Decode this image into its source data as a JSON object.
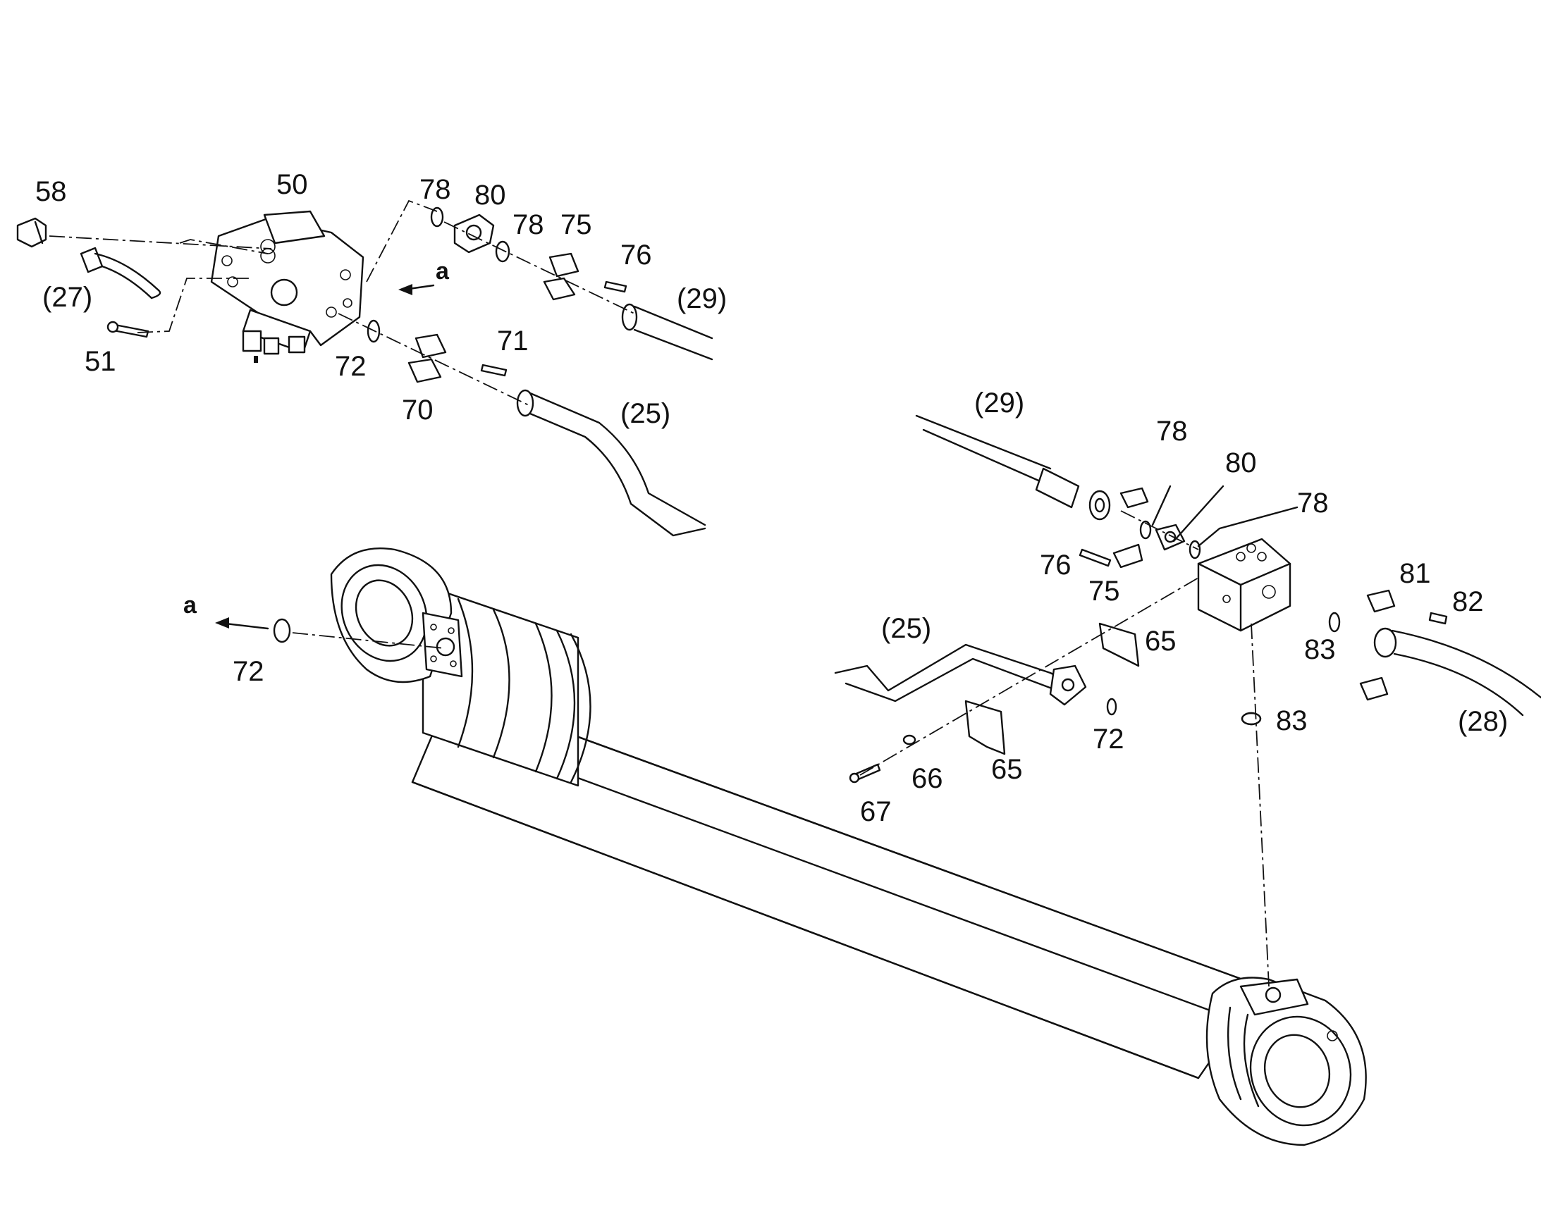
{
  "colors": {
    "ink": "#111111",
    "background": "#ffffff"
  },
  "labels": {
    "l58": "58",
    "l50": "50",
    "l27a": "(27)",
    "l51": "51",
    "l78a": "78",
    "l80a": "80",
    "l78b": "78",
    "l75a": "75",
    "l76a": "76",
    "l29a": "(29)",
    "l72a": "72",
    "l71": "71",
    "l70": "70",
    "l25a": "(25)",
    "arrow_a1": "a",
    "l29b": "(29)",
    "l78c": "78",
    "l80b": "80",
    "l78d": "78",
    "l76b": "76",
    "l75b": "75",
    "l81": "81",
    "l82": "82",
    "l83a": "83",
    "l28": "(28)",
    "l25b": "(25)",
    "l65a": "65",
    "l72b": "72",
    "l83b": "83",
    "l65b": "65",
    "l66": "66",
    "l67": "67",
    "arrow_a2": "a",
    "l72c": "72"
  }
}
